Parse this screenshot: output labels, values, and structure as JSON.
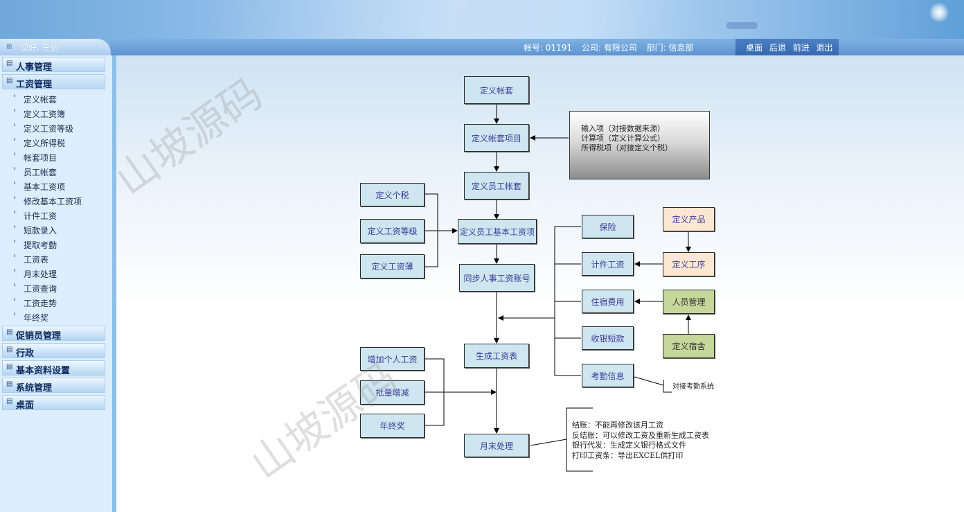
{
  "header": {
    "greeting": "您好, 王信",
    "account": "帐号: 01191",
    "company": "公司: 有限公司",
    "department": "部门: 信息部",
    "nav": [
      "桌面",
      "后退",
      "前进",
      "退出"
    ]
  },
  "sidebar": {
    "groups": [
      {
        "label": "人事管理"
      },
      {
        "label": "工资管理"
      },
      {
        "label": "促销员管理"
      },
      {
        "label": "行政"
      },
      {
        "label": "基本资料设置"
      },
      {
        "label": "系统管理"
      },
      {
        "label": "桌面"
      }
    ],
    "salary_items": [
      "定义帐套",
      "定义工资簿",
      "定义工资等级",
      "定义所得税",
      "帐套项目",
      "员工帐套",
      "基本工资项",
      "修改基本工资项",
      "计件工资",
      "短款录入",
      "提取考勤",
      "工资表",
      "月末处理",
      "工资查询",
      "工资走势",
      "年终奖"
    ]
  },
  "watermark": "山坡源码",
  "flow": {
    "define_ledger": "定义帐套",
    "ledger_items": "定义帐套项目",
    "employee_ledger": "定义员工帐套",
    "employee_base": "定义员工基本工资项",
    "sync_account": "同步人事工资账号",
    "generate_table": "生成工资表",
    "month_end": "月末处理",
    "define_tax": "定义个税",
    "define_grade": "定义工资等级",
    "define_book": "定义工资薄",
    "add_personal": "增加个人工资",
    "batch_adjust": "批量增减",
    "year_bonus": "年终奖",
    "insurance": "保险",
    "piecework": "计件工资",
    "lodging": "住宿费用",
    "cash_short": "收银短款",
    "attendance": "考勤信息",
    "define_product": "定义产品",
    "define_process": "定义工序",
    "staff_mgmt": "人员管理",
    "define_dorm": "定义宿舍",
    "item_notes": [
      "输入项（对接数据来源）",
      "计算项（定义计算公式）",
      "所得税项（对接定义个税）"
    ],
    "attendance_note": "对接考勤系统",
    "month_end_notes": [
      "结账：不能再修改该月工资",
      "反结账：可以修改工资及重新生成工资表",
      "银行代发：生成定义银行格式文件",
      "打印工资条：导出EXCEL供打印"
    ]
  }
}
